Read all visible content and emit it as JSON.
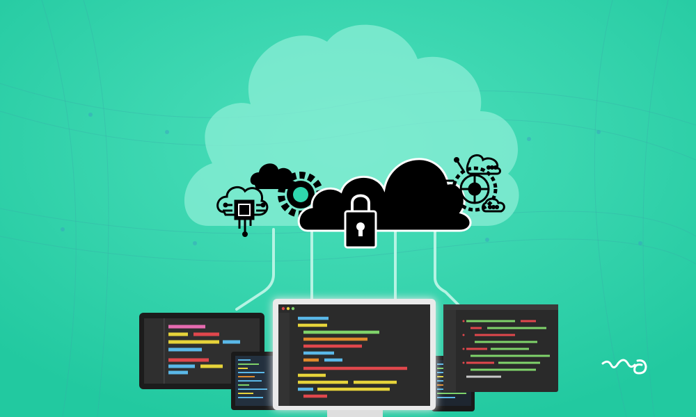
{
  "colors": {
    "background": "#2fd6ae",
    "background_light": "#5fe6c6",
    "cloud_fill": "#7ee9d0",
    "connector": "#a8f0de",
    "icon_black": "#000000",
    "monitor_frame": "#ebebeb",
    "screen_dark": "#2b2b2b",
    "code_yellow": "#e6d33a",
    "code_green": "#7fd36a",
    "code_red": "#e0474c",
    "code_pink": "#e66bb0",
    "code_blue": "#5ab8e8",
    "code_orange": "#e08a2c"
  },
  "icons": [
    "cloud-chip-icon",
    "cloud-gear-icon",
    "cloud-lock-icon",
    "cloud-network-gear-icon",
    "brand-logo-icon"
  ],
  "devices": [
    "laptop-screen-left",
    "tablet-screen",
    "monitor-center",
    "phone-screen",
    "monitor-right"
  ]
}
